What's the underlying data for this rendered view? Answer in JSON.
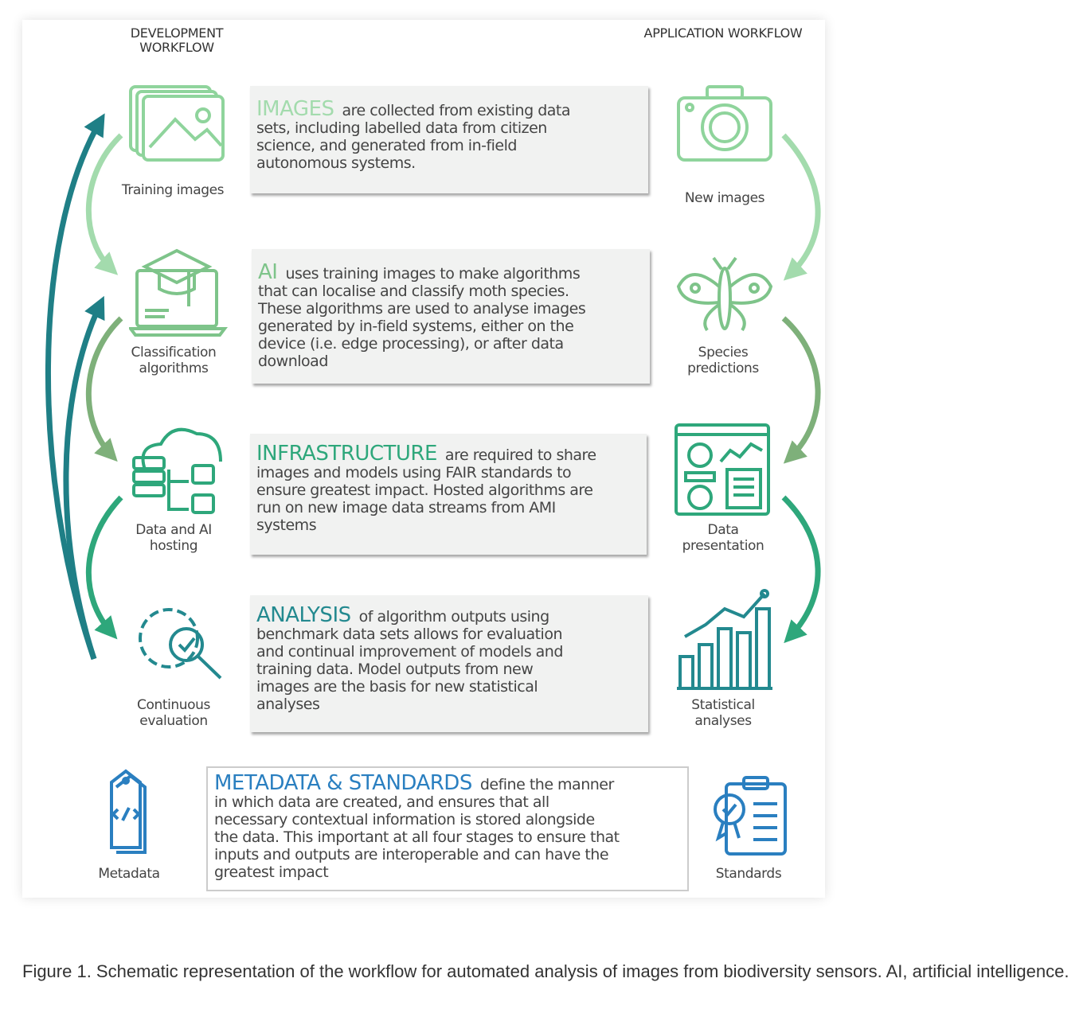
{
  "headers": {
    "development": "Development workflow",
    "application": "Application workflow"
  },
  "colors": {
    "images": "#a3dbad",
    "ai": "#7ec48a",
    "infrastructure": "#2ea77b",
    "analysis": "#23898f",
    "metadata": "#2a7fc0",
    "arrow_long": "#1f7f86"
  },
  "development": [
    {
      "label": "Training images",
      "icon": "images-icon"
    },
    {
      "label": "Classification algorithms",
      "icon": "laptop-graduation-cap-icon"
    },
    {
      "label": "Data and AI hosting",
      "icon": "cloud-server-icon"
    },
    {
      "label": "Continuous evaluation",
      "icon": "gear-magnifier-check-icon"
    }
  ],
  "application": [
    {
      "label": "New images",
      "icon": "camera-icon"
    },
    {
      "label": "Species predictions",
      "icon": "moth-icon"
    },
    {
      "label": "Data presentation",
      "icon": "dashboard-icon"
    },
    {
      "label": "Statistical analyses",
      "icon": "bar-line-chart-icon"
    }
  ],
  "boxes": [
    {
      "keyword": "IMAGES",
      "lines": [
        "are collected from existing data",
        "sets, including labelled data from citizen",
        "science, and generated from in-field",
        "autonomous systems."
      ]
    },
    {
      "keyword": "AI",
      "lines": [
        "uses training images to make algorithms",
        "that can localise and classify moth species.",
        "These algorithms are used to analyse images",
        "generated by in-field systems, either on the",
        "device (i.e. edge processing), or after data",
        "download"
      ]
    },
    {
      "keyword": "INFRASTRUCTURE",
      "lines": [
        "are required to share",
        "images and models using FAIR standards to",
        "ensure greatest impact. Hosted algorithms are",
        "run on new image data streams from AMI",
        "systems"
      ]
    },
    {
      "keyword": "ANALYSIS",
      "lines": [
        "of algorithm outputs using",
        "benchmark data sets allows for evaluation",
        "and continual improvement of models and",
        "training data. Model outputs from new",
        "images are the basis for new statistical",
        "analyses"
      ]
    },
    {
      "keyword": "METADATA & STANDARDS",
      "lines": [
        "define the manner",
        "in which data are created, and ensures that all",
        "necessary contextual information is stored alongside",
        "the data. This important at all four stages to ensure that",
        "inputs and outputs are interoperable and can have the",
        "greatest impact"
      ]
    }
  ],
  "bottom": {
    "left": "Metadata",
    "right": "Standards"
  },
  "caption": "Figure 1. Schematic representation of the workflow for automated analysis of images from biodiversity sensors. AI, artificial intelligence."
}
